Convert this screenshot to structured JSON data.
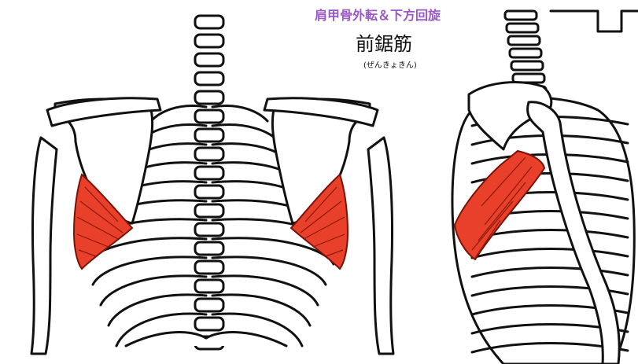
{
  "caption": {
    "title": "肩甲骨外転＆下方回旋",
    "muscle_name": "前鋸筋",
    "reading": "(ぜんきょきん)"
  },
  "colors": {
    "title": "#9b59c6",
    "muscle": "#e8402a",
    "bone_outline": "#111111",
    "background": "#ffffff"
  },
  "views": [
    "posterior-view",
    "lateral-view"
  ]
}
